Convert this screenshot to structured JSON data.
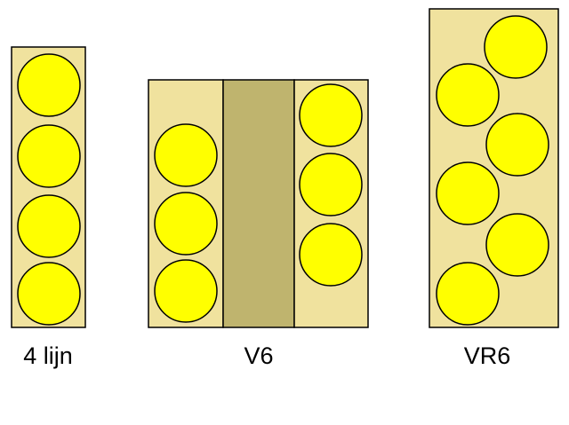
{
  "colors": {
    "block": "#f0e29e",
    "block_center": "#bfb46e",
    "cylinder": "#ffff00",
    "outline": "#000000",
    "background": "#ffffff"
  },
  "engines": [
    {
      "id": "inline4",
      "label": "4 lijn",
      "cylinders": 4
    },
    {
      "id": "v6",
      "label": "V6",
      "cylinders": 6
    },
    {
      "id": "vr6",
      "label": "VR6",
      "cylinders": 6
    }
  ]
}
